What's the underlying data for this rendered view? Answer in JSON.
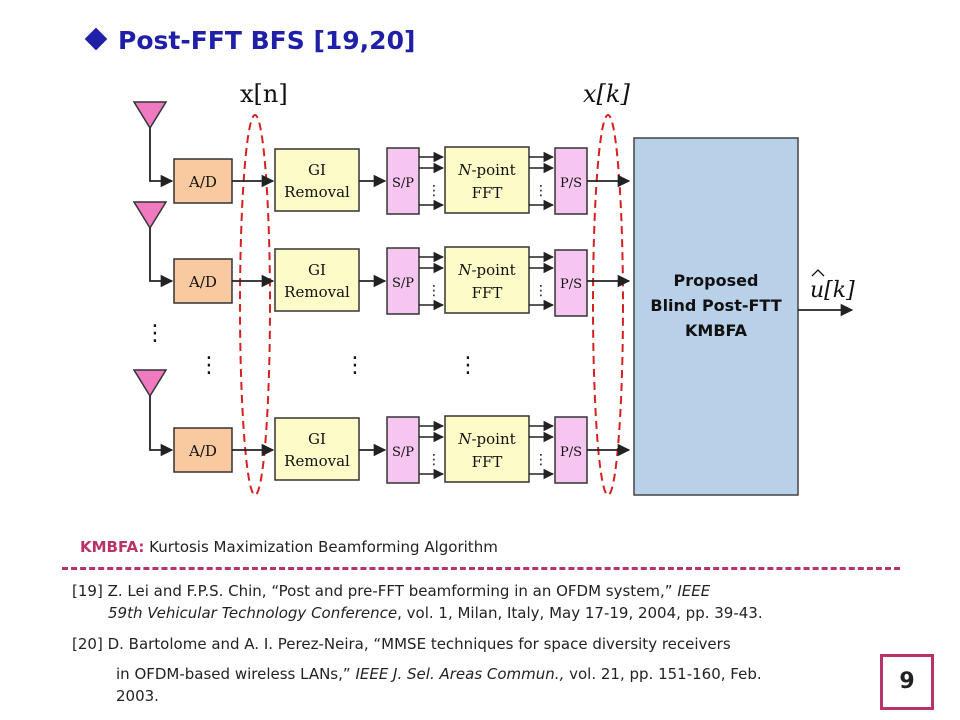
{
  "slide": {
    "title": "Post-FFT BFS [19,20]",
    "page_number": "9"
  },
  "diagram": {
    "signal_time": "x[n]",
    "signal_freq": "x[k]",
    "output": "u[k]",
    "blocks": {
      "ad": "A/D",
      "gi_line1": "GI",
      "gi_line2": "Removal",
      "sp": "S/P",
      "fft_line1_italic": "N",
      "fft_line1_rest": "-point",
      "fft_line2": "FFT",
      "ps": "P/S"
    },
    "proposed": {
      "line1": "Proposed",
      "line2": "Blind Post-FTT",
      "line3": "KMBFA"
    }
  },
  "definition": {
    "term": "KMBFA:",
    "text": " Kurtosis Maximization Beamforming Algorithm"
  },
  "references": {
    "r19": {
      "tag": "[19]",
      "part1": " Z. Lei and F.P.S. Chin, “Post and pre-FFT beamforming in an OFDM system,” ",
      "journal_a": "IEEE",
      "journal_b": "59th Vehicular Technology Conference",
      "part2": ", vol. 1, Milan, Italy, May 17-19, 2004, pp. 39-43."
    },
    "r20": {
      "tag": "[20]",
      "part1": " D. Bartolome and A. I. Perez-Neira, “MMSE techniques for space diversity receivers",
      "part2": "in OFDM-based wireless LANs,” ",
      "journal": "IEEE J. Sel. Areas Commun.,",
      "part3": " vol. 21, pp. 151-160, Feb.",
      "part4": "2003."
    }
  },
  "colors": {
    "title": "#1f1fa8",
    "antenna": "#f07ac0",
    "ad_box": "#f9c9a0",
    "gi_fft_box": "#fdfcc8",
    "sp_ps_box": "#f6c6f0",
    "proposed_box": "#b8d0e8",
    "ellipse": "#d62020",
    "accent": "#b8336a"
  }
}
